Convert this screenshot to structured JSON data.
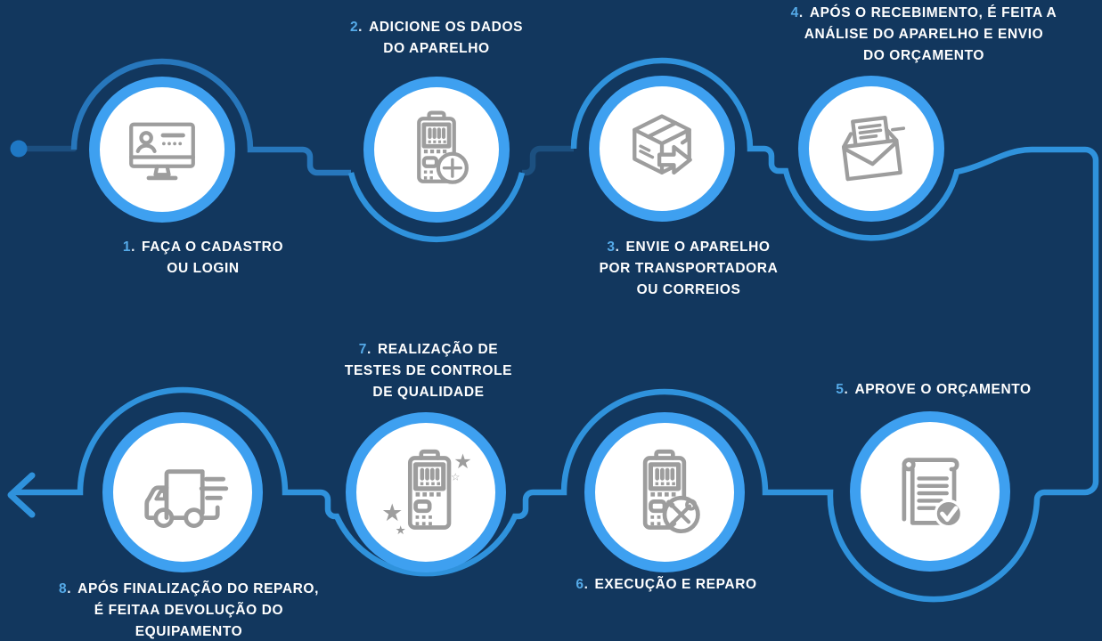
{
  "meta": {
    "title_hint": "Processo de reparo em 8 passos",
    "number_separator": ".",
    "flow": {
      "start_marker": "dot",
      "end_marker": "left-arrow"
    }
  },
  "colors": {
    "background": "#12375E",
    "circle_ring": "#3EA0F0",
    "circle_fill": "#FFFFFF",
    "path_bright": "#2F92DC",
    "path_medium": "#2777BC",
    "path_dark": "#1C4F80",
    "step_number": "#55AAE8",
    "label_text": "#FFFFFF",
    "icon_gray": "#9D9D9D"
  },
  "steps": [
    {
      "number": "1",
      "lines": [
        "FAÇA O CADASTRO",
        "OU LOGIN"
      ],
      "icon": "monitor-login-icon",
      "label_position": "below"
    },
    {
      "number": "2",
      "lines": [
        "ADICIONE OS DADOS",
        "DO APARELHO"
      ],
      "icon": "device-add-icon",
      "label_position": "above"
    },
    {
      "number": "3",
      "lines": [
        "ENVIE O APARELHO",
        "POR TRANSPORTADORA",
        "OU CORREIOS"
      ],
      "icon": "package-send-icon",
      "label_position": "below"
    },
    {
      "number": "4",
      "lines": [
        "APÓS O RECEBIMENTO, É FEITA A",
        "ANÁLISE DO APARELHO E ENVIO",
        "DO ORÇAMENTO"
      ],
      "icon": "envelope-letter-icon",
      "label_position": "above"
    },
    {
      "number": "5",
      "lines": [
        "APROVE O ORÇAMENTO"
      ],
      "icon": "document-approved-icon",
      "label_position": "above"
    },
    {
      "number": "6",
      "lines": [
        "EXECUÇÃO E REPARO"
      ],
      "icon": "device-repair-icon",
      "label_position": "below"
    },
    {
      "number": "7",
      "lines": [
        "REALIZAÇÃO DE",
        "TESTES DE CONTROLE",
        "DE QUALIDADE"
      ],
      "icon": "device-quality-stars-icon",
      "label_position": "above"
    },
    {
      "number": "8",
      "lines": [
        "APÓS FINALIZAÇÃO DO REPARO,",
        "É FEITAA DEVOLUÇÃO DO",
        "EQUIPAMENTO"
      ],
      "icon": "delivery-truck-icon",
      "label_position": "below"
    }
  ]
}
